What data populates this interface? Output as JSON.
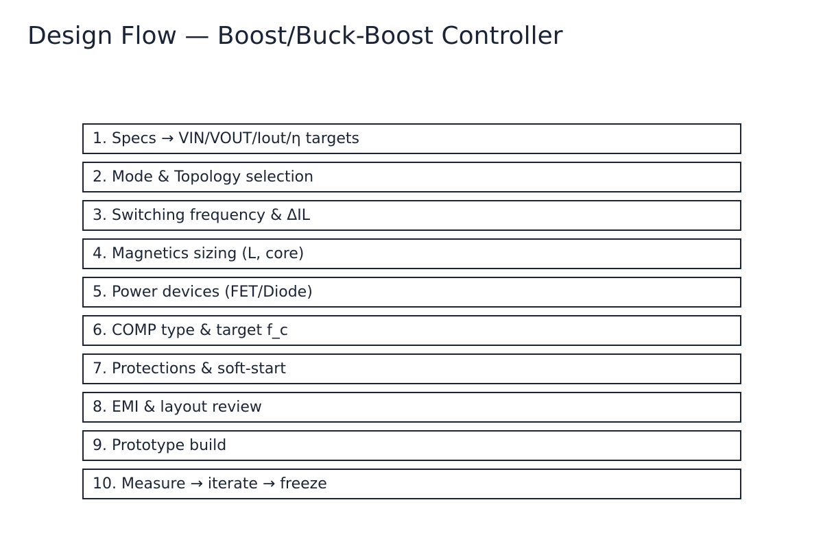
{
  "page": {
    "title": "Design Flow — Boost/Buck-Boost Controller"
  },
  "flow": {
    "steps": [
      {
        "label": "1. Specs → VIN/VOUT/Iout/η targets"
      },
      {
        "label": "2. Mode & Topology selection"
      },
      {
        "label": "3. Switching frequency & ΔIL"
      },
      {
        "label": "4. Magnetics sizing (L, core)"
      },
      {
        "label": "5. Power devices (FET/Diode)"
      },
      {
        "label": "6. COMP type & target f_c"
      },
      {
        "label": "7. Protections & soft-start"
      },
      {
        "label": "8. EMI & layout review"
      },
      {
        "label": "9. Prototype build"
      },
      {
        "label": "10. Measure → iterate → freeze"
      }
    ]
  },
  "colors": {
    "ink": "#1b2437",
    "background": "#ffffff"
  }
}
